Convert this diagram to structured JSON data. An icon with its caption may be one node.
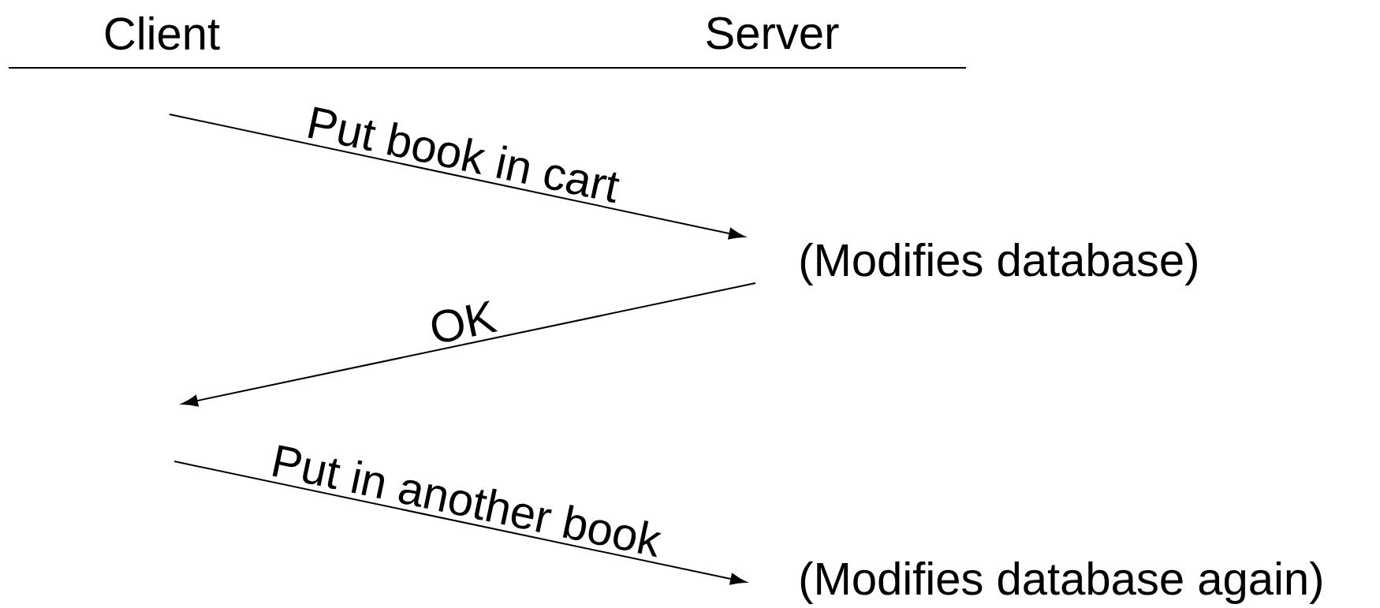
{
  "diagram": {
    "nodes": [
      {
        "text": [
          "(Modifies database)"
        ]
      },
      {
        "text": [
          "(Modifies database again)"
        ]
      }
    ],
    "edges": [
      {
        "from": null,
        "to": 0,
        "arrow": "to",
        "label": "Put book in cart"
      },
      {
        "from": 0,
        "to": null,
        "arrow": "to",
        "label": "OK"
      },
      {
        "from": null,
        "to": 1,
        "arrow": "to",
        "label": "Put in another book"
      }
    ],
    "labels": [
      "Client",
      "Server"
    ]
  }
}
